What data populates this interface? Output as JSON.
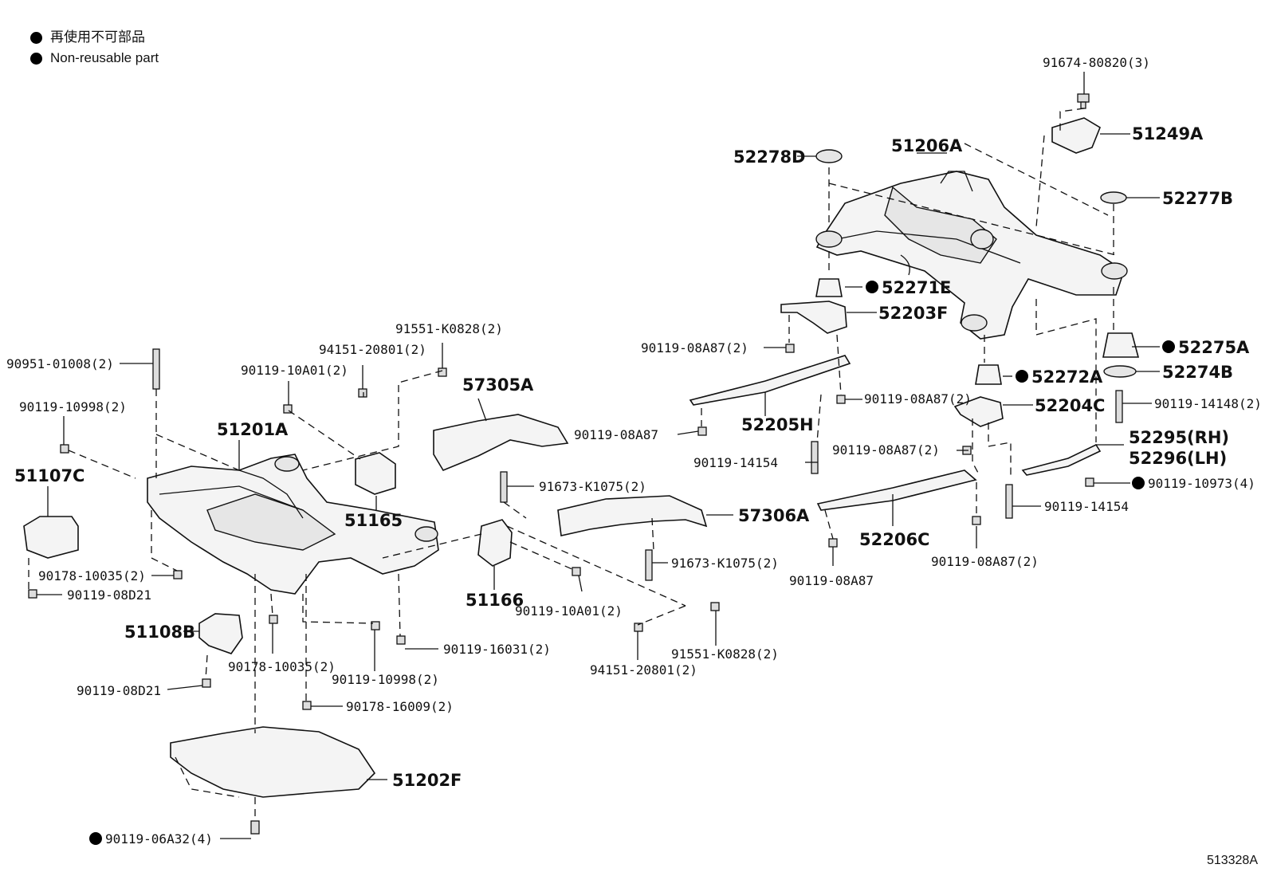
{
  "legend": {
    "line1": "再使用不可部品",
    "line2": "Non-reusable part"
  },
  "figure_number": "513328A",
  "labels": {
    "p91674_80820": "91674-80820(3)",
    "p51249A": "51249A",
    "p51206A": "51206A",
    "p52278D": "52278D",
    "p52277B": "52277B",
    "p52271E": "52271E",
    "p52203F": "52203F",
    "p52275A": "52275A",
    "p52274B": "52274B",
    "p52272A": "52272A",
    "p90119_08A87_2a": "90119-08A87(2)",
    "p90119_08A87_2b": "90119-08A87(2)",
    "p90119_14148": "90119-14148(2)",
    "p52204C": "52204C",
    "p52205H": "52205H",
    "p90119_08A87_a": "90119-08A87",
    "p90119_08A87_2c": "90119-08A87(2)",
    "p52295": "52295(RH)",
    "p52296": "52296(LH)",
    "p90119_14154_a": "90119-14154",
    "p90119_10973": "90119-10973(4)",
    "p90119_14154_b": "90119-14154",
    "p52206C": "52206C",
    "p90119_08A87_2d": "90119-08A87(2)",
    "p90119_08A87_b": "90119-08A87",
    "p91551_K0828_a": "91551-K0828(2)",
    "p94151_20801_a": "94151-20801(2)",
    "p90119_10A01_a": "90119-10A01(2)",
    "p90951_01008": "90951-01008(2)",
    "p90119_10998_a": "90119-10998(2)",
    "p51201A": "51201A",
    "p57305A": "57305A",
    "p51107C": "51107C",
    "p91673_K1075_a": "91673-K1075(2)",
    "p51165": "51165",
    "p57306A": "57306A",
    "p91673_K1075_b": "91673-K1075(2)",
    "p90178_10035_a": "90178-10035(2)",
    "p90119_08D21_a": "90119-08D21",
    "p51166": "51166",
    "p90119_10A01_b": "90119-10A01(2)",
    "p51108B": "51108B",
    "p90119_16031": "90119-16031(2)",
    "p91551_K0828_b": "91551-K0828(2)",
    "p90178_10035_b": "90178-10035(2)",
    "p90119_10998_b": "90119-10998(2)",
    "p94151_20801_b": "94151-20801(2)",
    "p90119_08D21_b": "90119-08D21",
    "p90178_16009": "90178-16009(2)",
    "p51202F": "51202F",
    "p90119_06A32": "90119-06A32(4)"
  },
  "colors": {
    "line": "#111111",
    "part_fill": "#f4f4f4",
    "marker": "#000000"
  }
}
